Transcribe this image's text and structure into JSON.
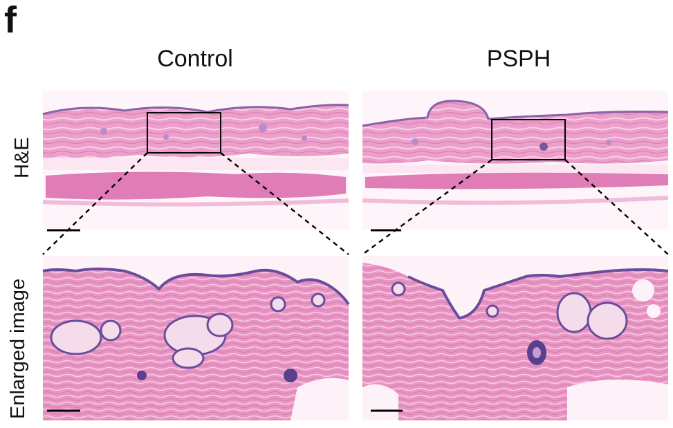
{
  "panel_letter": "f",
  "columns": [
    {
      "id": "control",
      "title": "Control"
    },
    {
      "id": "psph",
      "title": "PSPH"
    }
  ],
  "rows": [
    {
      "id": "he",
      "label": "H&E"
    },
    {
      "id": "enlarged",
      "label": "Enlarged image"
    }
  ],
  "colors": {
    "tissue_pink": "#e79ac8",
    "tissue_light": "#f5cde4",
    "muscle_pink": "#e07cb6",
    "nuclei_purple": "#6a4c9c",
    "scale_bar": "#000000"
  }
}
